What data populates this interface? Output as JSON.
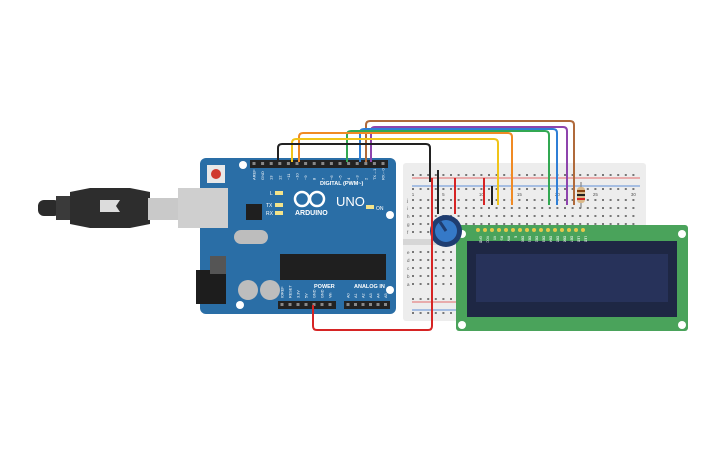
{
  "arduino": {
    "digital_label": "DIGITAL (PWM~)",
    "power_label": "POWER",
    "analog_label": "ANALOG IN",
    "brand": "ARDUINO",
    "model": "UNO",
    "on_label": "ON",
    "l_label": "L",
    "tx_label": "TX",
    "rx_label": "RX",
    "aref_label": "AREF",
    "gnd_label": "GND",
    "pins_digital": [
      "13",
      "12",
      "~11",
      "~10",
      "~9",
      "8",
      "7",
      "~6",
      "~5",
      "4",
      "~3",
      "2",
      "TX→1",
      "RX←0"
    ],
    "pins_power": [
      "IOREF",
      "RESET",
      "3.3V",
      "5V",
      "GND",
      "GND",
      "Vin"
    ],
    "pins_analog": [
      "A0",
      "A1",
      "A2",
      "A3",
      "A4",
      "A5"
    ]
  },
  "breadboard": {
    "row_letters": [
      "a",
      "b",
      "c",
      "d",
      "e",
      "f",
      "g",
      "h",
      "i",
      "j"
    ],
    "col_numbers": [
      "1",
      "5",
      "10",
      "15",
      "20",
      "25",
      "30"
    ]
  },
  "lcd": {
    "pins": [
      "GND",
      "VCC",
      "V0",
      "RS",
      "RW",
      "E",
      "DB0",
      "DB1",
      "DB2",
      "DB3",
      "DB4",
      "DB5",
      "DB6",
      "DB7",
      "LED",
      "LED"
    ]
  },
  "colors": {
    "board": "#2a6ea6",
    "lcd_pcb": "#4aa35b",
    "lcd_screen": "#27325a",
    "wire_black": "#222222",
    "wire_red": "#d62424",
    "wire_yellow": "#f0c419",
    "wire_orange": "#f08a24",
    "wire_green": "#32a852",
    "wire_blue": "#2f7fd6",
    "wire_purple": "#8e44ad",
    "wire_brown": "#b06a3b"
  }
}
